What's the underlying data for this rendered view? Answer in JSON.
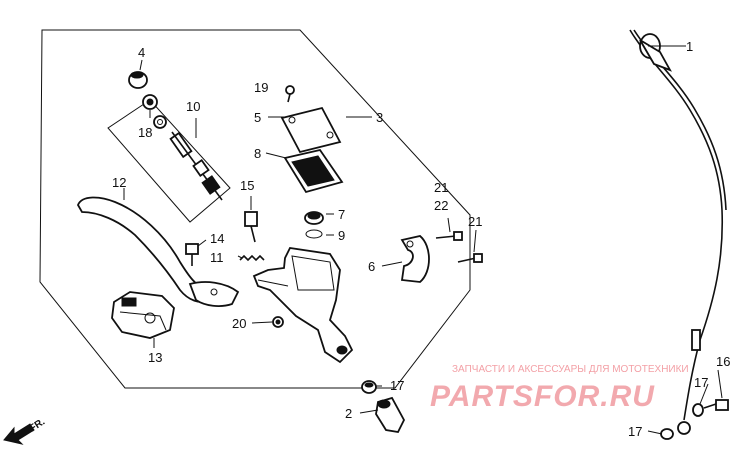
{
  "part_numbers": {
    "p1": "1",
    "p2": "2",
    "p3": "3",
    "p4": "4",
    "p5": "5",
    "p6": "6",
    "p7": "7",
    "p8": "8",
    "p9": "9",
    "p10": "10",
    "p11": "11",
    "p12": "12",
    "p13": "13",
    "p14": "14",
    "p15": "15",
    "p16": "16",
    "p17a": "17",
    "p17b": "17",
    "p17c": "17",
    "p18": "18",
    "p19": "19",
    "p20": "20",
    "p21a": "21",
    "p21b": "21",
    "p22": "22"
  },
  "direction_label": "FR.",
  "watermark": {
    "tagline": "ЗАПЧАСТИ И АКСЕССУАРЫ ДЛЯ МОТОТЕХНИКИ",
    "brand": "PARTSFOR.RU",
    "color": "#f2a9ae"
  },
  "icons": [
    "front-direction-arrow-icon"
  ]
}
